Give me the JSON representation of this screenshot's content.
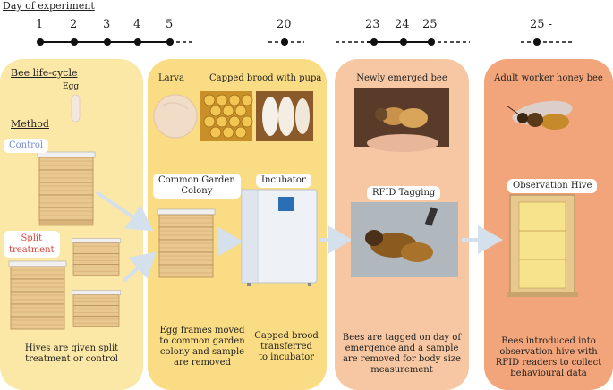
{
  "header": {
    "title": "Day of experiment"
  },
  "timeline": {
    "days": [
      "1",
      "2",
      "3",
      "4",
      "5",
      "20",
      "23",
      "24",
      "25",
      "25 -"
    ]
  },
  "panel1": {
    "heading": "Bee life-cycle",
    "egg_label": "Egg",
    "method_heading": "Method",
    "control_label": "Control",
    "split_label_1": "Split",
    "split_label_2": "treatment",
    "caption": [
      "Hives are given split",
      "treatment or control"
    ]
  },
  "panel2": {
    "larva_label": "Larva",
    "capped_label": "Capped brood with pupa",
    "colony_label_1": "Common Garden",
    "colony_label_2": "Colony",
    "incubator_label": "Incubator",
    "caption_left": [
      "Egg frames moved",
      "to common garden",
      "colony and sample",
      "are removed"
    ],
    "caption_right": [
      "Capped brood",
      "transferred",
      "to incubator"
    ]
  },
  "panel3": {
    "top_label": "Newly emerged bee",
    "rfid_label": "RFID Tagging",
    "caption": [
      "Bees are tagged on day of",
      "emergence and a sample",
      "are removed for body size",
      "measurement"
    ]
  },
  "panel4": {
    "top_label": "Adult worker honey bee",
    "hive_label": "Observation Hive",
    "caption": [
      "Bees introduced into",
      "observation hive with",
      "RFID readers to collect",
      "behavioural data"
    ]
  },
  "colors": {
    "panel1": "#fbe7a6",
    "panel2": "#f9dc83",
    "panel3": "#f6c7a2",
    "panel4": "#f2a57a",
    "control_text": "#7a8fd0",
    "split_text": "#d8423a",
    "arrow": "#d4e0ec"
  }
}
